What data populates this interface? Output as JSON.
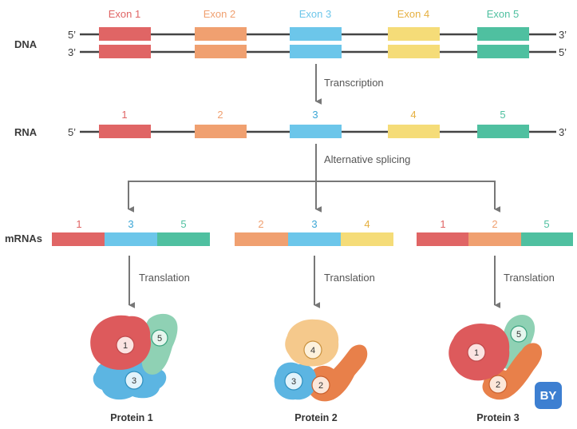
{
  "colors": {
    "exon1": "#e06565",
    "exon2": "#f0a070",
    "exon3": "#6cc6ea",
    "exon4": "#f5dc78",
    "exon5": "#4fc0a0",
    "line": "#444444",
    "arrow": "#777777"
  },
  "dna": {
    "label": "DNA",
    "exons": [
      "Exon 1",
      "Exon 2",
      "Exon 3",
      "Exon 4",
      "Exon 5"
    ],
    "strand_top": {
      "left": "5’",
      "right": "3’"
    },
    "strand_bottom": {
      "left": "3’",
      "right": "5’"
    }
  },
  "steps": {
    "transcription": "Transcription",
    "splicing": "Alternative splicing",
    "translation": "Translation"
  },
  "rna": {
    "label": "RNA",
    "exons": [
      "1",
      "2",
      "3",
      "4",
      "5"
    ],
    "left_end": "5’",
    "right_end": "3’"
  },
  "mrnas": {
    "label": "mRNAs",
    "items": [
      {
        "exons": [
          "1",
          "3",
          "5"
        ],
        "colors": [
          "exon1",
          "exon3",
          "exon5"
        ]
      },
      {
        "exons": [
          "2",
          "3",
          "4"
        ],
        "colors": [
          "exon2",
          "exon3",
          "exon4"
        ]
      },
      {
        "exons": [
          "1",
          "2",
          "5"
        ],
        "colors": [
          "exon1",
          "exon2",
          "exon5"
        ]
      }
    ]
  },
  "proteins": [
    {
      "label": "Protein 1",
      "domains": [
        "1",
        "5",
        "3"
      ]
    },
    {
      "label": "Protein 2",
      "domains": [
        "4",
        "3",
        "2"
      ]
    },
    {
      "label": "Protein 3",
      "domains": [
        "5",
        "1",
        "2"
      ]
    }
  ],
  "badge": {
    "text": "BY"
  }
}
